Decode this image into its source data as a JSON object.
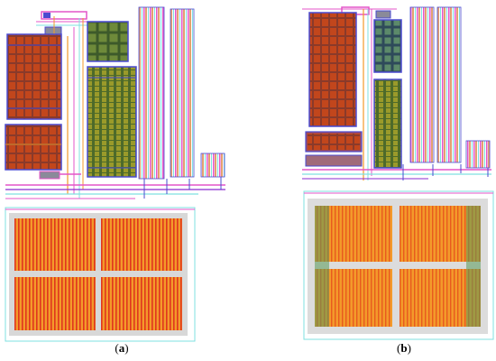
{
  "panels": [
    {
      "id": "a",
      "caption_label": "(a)",
      "caption_letter": "a"
    },
    {
      "id": "b",
      "caption_label": "(b)",
      "caption_letter": "b"
    }
  ],
  "colors": {
    "metal_orange": "#f39a2a",
    "metal_red": "#e0361e",
    "cell_brown": "#c2461c",
    "cell_green": "#5b7a2a",
    "cell_olive": "#8a8c2a",
    "rail_pink": "#e455c8",
    "rail_cyan": "#7fe0e0",
    "rail_blue": "#4b4bd0",
    "rail_purple": "#8a2bd0",
    "bg": "#ffffff"
  }
}
